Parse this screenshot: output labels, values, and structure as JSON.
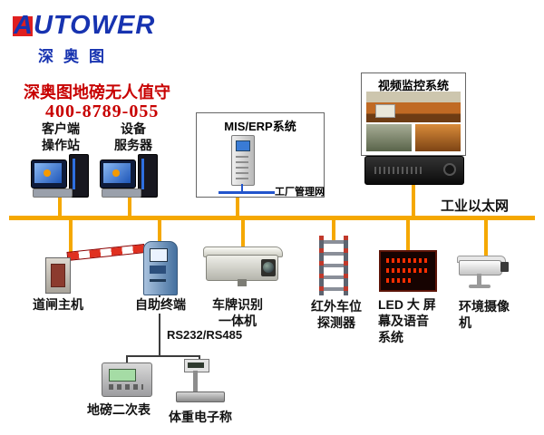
{
  "logo": {
    "brand": "AUTOWER",
    "subtitle": "深奥图"
  },
  "header": {
    "title": "深奥图地磅无人值守",
    "phone": "400-8789-055"
  },
  "upper": {
    "client_label": "客户端\n操作站",
    "server_label": "设备\n服务器",
    "mis": {
      "title": "MIS/ERP系统",
      "network_label": "工厂管理网"
    },
    "video": {
      "title": "视频监控系统"
    }
  },
  "bus": {
    "label": "工业以太网",
    "color": "#F5A800"
  },
  "devices": [
    {
      "id": "barrier-gate",
      "label": "道闸主机"
    },
    {
      "id": "self-service-terminal",
      "label": "自助终端"
    },
    {
      "id": "lpr-camera",
      "label": "车牌识别\n一体机"
    },
    {
      "id": "infrared-detector",
      "label": "红外车位\n探测器"
    },
    {
      "id": "led-voice-system",
      "label": "LED 大 屏\n幕及语音\n系统"
    },
    {
      "id": "environment-camera",
      "label": "环境摄像\n机"
    }
  ],
  "peripherals": {
    "rs_label": "RS232/RS485",
    "indicator_label": "地磅二次表",
    "scale_label": "体重电子称"
  },
  "colors": {
    "brand_blue": "#1733B0",
    "brand_red": "#E01F1F",
    "title_red": "#C80000",
    "bus_orange": "#F5A800",
    "lan_blue": "#2255CC"
  },
  "icons": [
    "computer-icon",
    "server-tower-icon",
    "surveillance-thumbnail",
    "dvr-icon",
    "barrier-gate-icon",
    "kiosk-icon",
    "lpr-camera-icon",
    "infrared-detector-icon",
    "led-screen-icon",
    "cctv-camera-icon",
    "weighing-indicator-icon",
    "platform-scale-icon"
  ]
}
